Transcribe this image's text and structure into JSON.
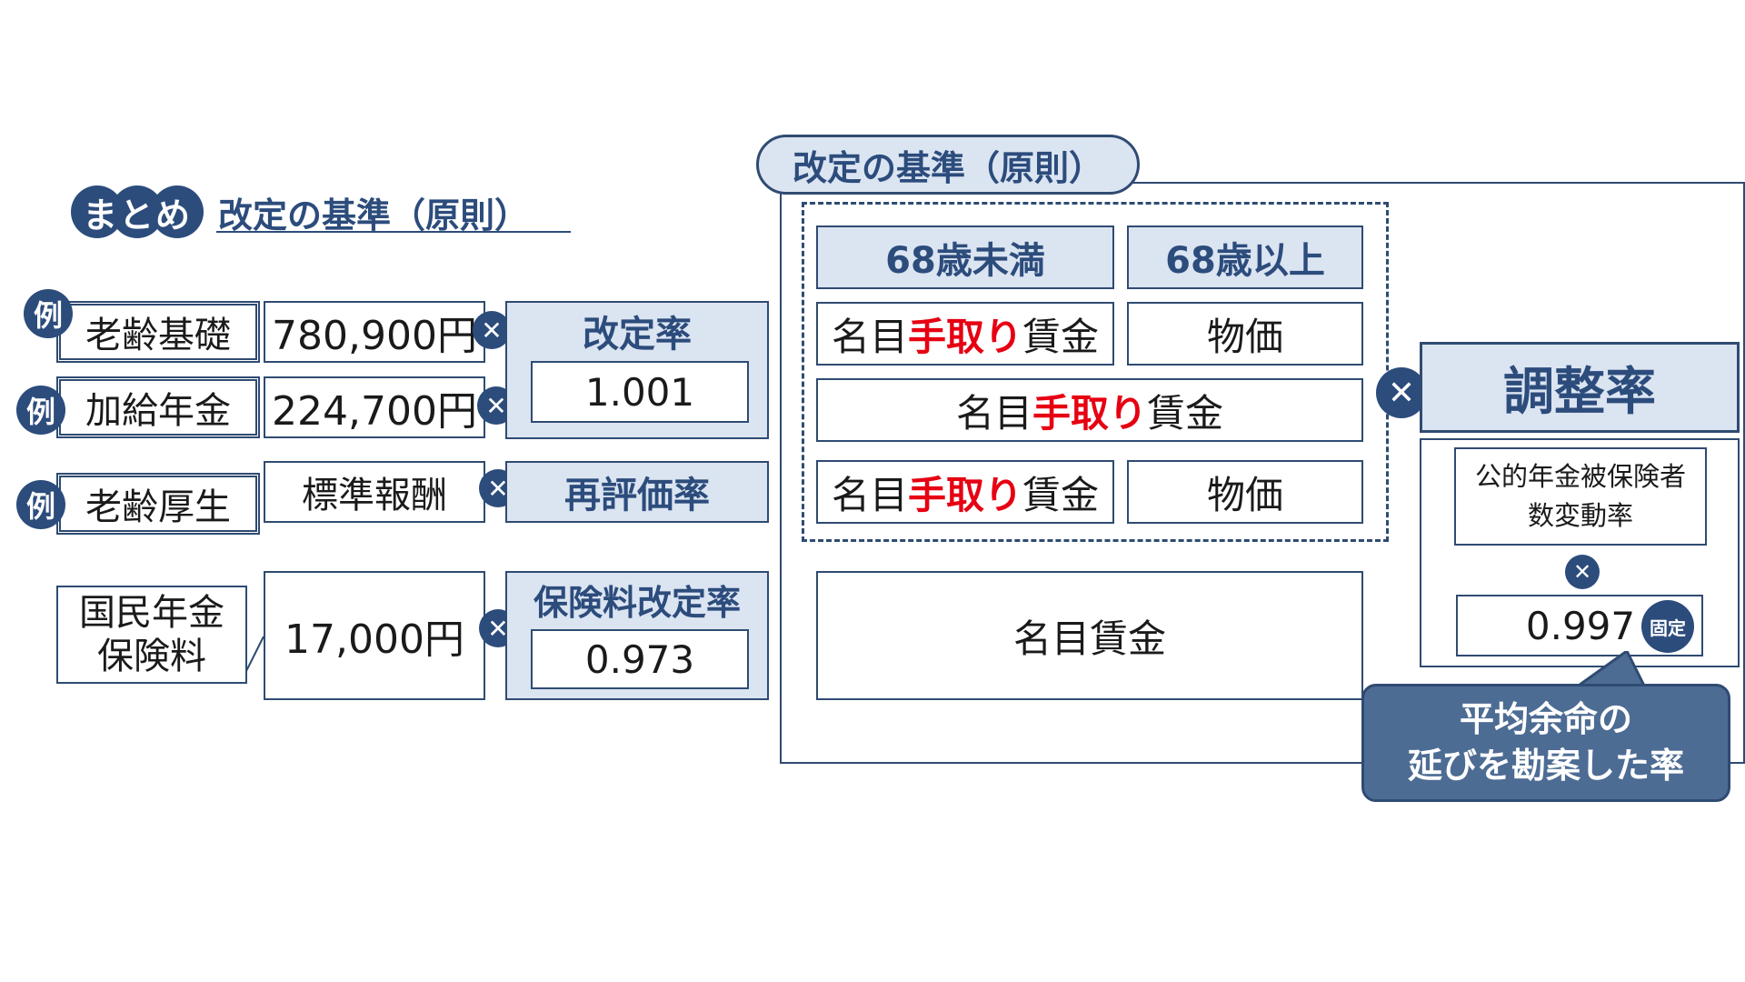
{
  "summary": {
    "badge": "まとめ",
    "title": "改定の基準（原則）"
  },
  "left": {
    "example_label": "例",
    "rows": [
      {
        "label": "老齢基礎",
        "value": "780,900円",
        "has_example": true
      },
      {
        "label": "加給年金",
        "value": "224,700円",
        "has_example": true
      },
      {
        "label": "老齢厚生",
        "value": "標準報酬",
        "has_example": true
      },
      {
        "label_line1": "国民年金",
        "label_line2": "保険料",
        "value": "17,000円",
        "has_example": false
      }
    ],
    "times": "✕",
    "revision_rate": {
      "header": "改定率",
      "value": "1.001"
    },
    "revaluation_rate": {
      "header": "再評価率"
    },
    "premium_rate": {
      "header": "保険料改定率",
      "value": "0.973"
    }
  },
  "right": {
    "tab_title": "改定の基準（原則）",
    "col_under": "68歳未満",
    "col_over": "68歳以上",
    "nominal_prefix": "名目",
    "takehome": "手取り",
    "wage": "賃金",
    "prices": "物価",
    "nominal_wage": "名目賃金",
    "adjustment": {
      "header": "調整率",
      "factor_line1": "公的年金被保険者",
      "factor_line2": "数変動率",
      "fixed_value": "0.997",
      "fixed_badge": "固定",
      "callout_line1": "平均余命の",
      "callout_line2": "延びを勘案した率"
    }
  },
  "colors": {
    "navy": "#2c4c7c",
    "light_blue": "#dbe4f1",
    "red": "#e60012",
    "callout": "#4d6c94"
  }
}
